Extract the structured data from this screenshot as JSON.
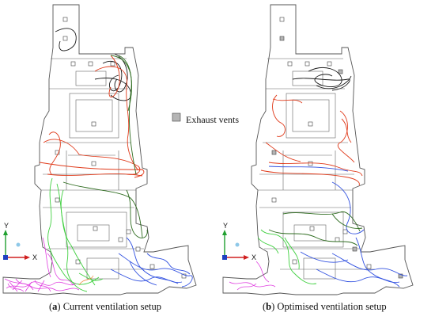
{
  "legend": {
    "label": "Exhaust vents",
    "swatch_color": "#b5b5b5"
  },
  "panels": [
    {
      "letter": "a",
      "caption": "Current ventilation setup"
    },
    {
      "letter": "b",
      "caption": "Optimised ventilation setup"
    }
  ],
  "axes": {
    "x_label": "X",
    "y_label": "Y",
    "x_color": "#d02020",
    "y_color": "#20a030",
    "origin_color": "#2040c0"
  },
  "streamline_colors": {
    "black": "#1a1a1a",
    "red": "#e03a1a",
    "dark_green": "#2d6b1e",
    "green": "#40d040",
    "magenta": "#e040e0",
    "blue": "#3050e0",
    "orange": "#f08030"
  }
}
